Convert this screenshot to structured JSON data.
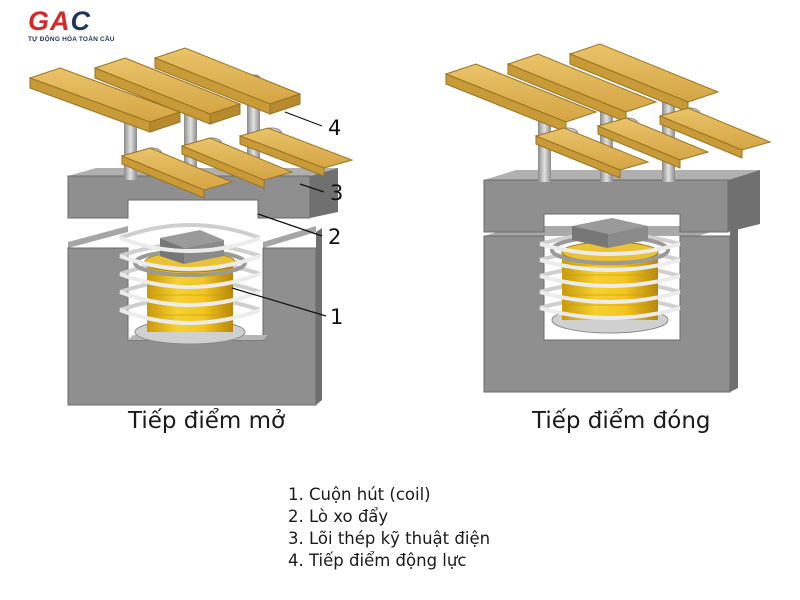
{
  "logo": {
    "brand": "GAC",
    "tagline": "TỰ ĐỘNG HÓA TOÀN CẦU"
  },
  "captions": {
    "open": "Tiếp điểm mở",
    "closed": "Tiếp điểm đóng"
  },
  "callouts": [
    "1",
    "2",
    "3",
    "4"
  ],
  "legend": [
    "1. Cuộn hút (coil)",
    "2. Lò xo đẩy",
    "3. Lõi thép kỹ thuật điện",
    "4. Tiếp điểm động lực"
  ],
  "colors": {
    "brand_red": "#d32a2a",
    "brand_navy": "#20355e",
    "core_gray": "#8f8f8f",
    "contact_gold": "#e0b85a",
    "coil_yellow": "#f0c020",
    "spring_gray": "#d8d8d8"
  }
}
